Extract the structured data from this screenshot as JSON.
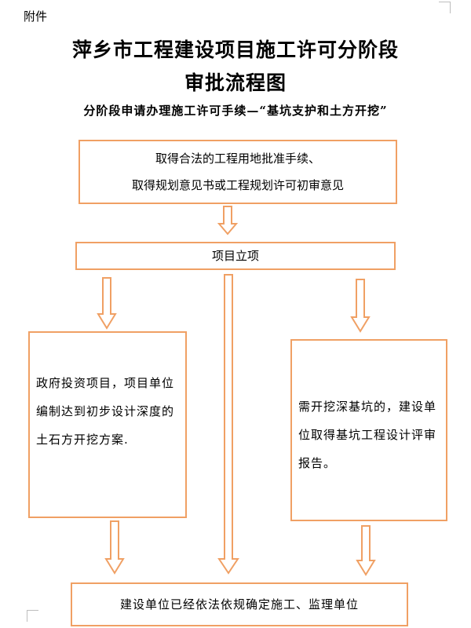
{
  "header": {
    "attachment_label": "附件",
    "title_line1": "萍乡市工程建设项目施工许可分阶段",
    "title_line2": "审批流程图",
    "subtitle": "分阶段申请办理施工许可手续—“基坑支护和土方开挖”"
  },
  "flow": {
    "prerequisite": {
      "line1": "取得合法的工程用地批准手续、",
      "line2": "取得规划意见书或工程规划许可初审意见"
    },
    "project_approval": "项目立项",
    "government_investment": "政府投资项目，项目单位编制达到初步设计深度的土石方开挖方案.",
    "deep_excavation": "需开挖深基坑的，建设单位取得基坑工程设计评审报告。",
    "final_step": "建设单位已经依法依规确定施工、监理单位"
  },
  "colors": {
    "border": "#f0a064",
    "arrow": "#f0a064"
  }
}
